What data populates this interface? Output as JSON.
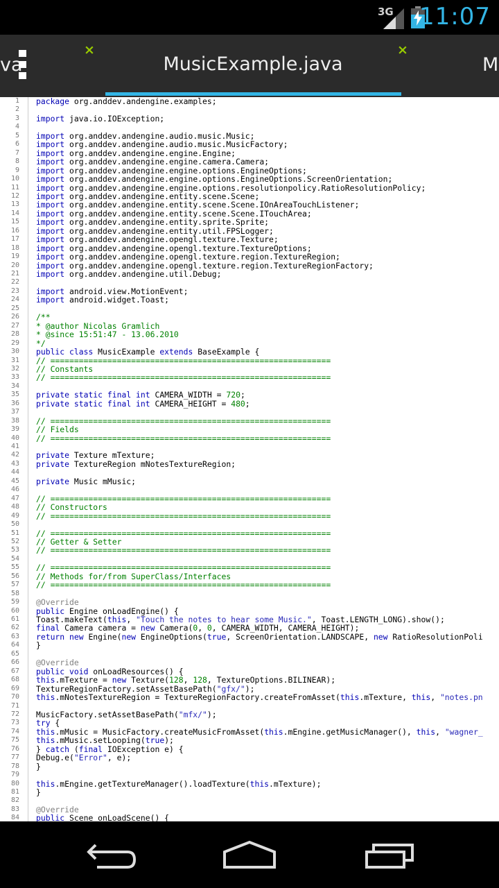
{
  "status": {
    "network": "3G",
    "time": "11:07"
  },
  "tabs": {
    "left_partial": "va",
    "title": "MusicExample.java",
    "right_partial": "M",
    "close_glyph": "×"
  },
  "code_lines": [
    {
      "n": "1",
      "t": "package org.anddev.andengine.examples;"
    },
    {
      "n": "2",
      "t": ""
    },
    {
      "n": "3",
      "t": "import java.io.IOException;"
    },
    {
      "n": "4",
      "t": ""
    },
    {
      "n": "5",
      "t": "import org.anddev.andengine.audio.music.Music;"
    },
    {
      "n": "6",
      "t": "import org.anddev.andengine.audio.music.MusicFactory;"
    },
    {
      "n": "7",
      "t": "import org.anddev.andengine.engine.Engine;"
    },
    {
      "n": "8",
      "t": "import org.anddev.andengine.engine.camera.Camera;"
    },
    {
      "n": "9",
      "t": "import org.anddev.andengine.engine.options.EngineOptions;"
    },
    {
      "n": "10",
      "t": "import org.anddev.andengine.engine.options.EngineOptions.ScreenOrientation;"
    },
    {
      "n": "11",
      "t": "import org.anddev.andengine.engine.options.resolutionpolicy.RatioResolutionPolicy;"
    },
    {
      "n": "12",
      "t": "import org.anddev.andengine.entity.scene.Scene;"
    },
    {
      "n": "13",
      "t": "import org.anddev.andengine.entity.scene.Scene.IOnAreaTouchListener;"
    },
    {
      "n": "14",
      "t": "import org.anddev.andengine.entity.scene.Scene.ITouchArea;"
    },
    {
      "n": "15",
      "t": "import org.anddev.andengine.entity.sprite.Sprite;"
    },
    {
      "n": "16",
      "t": "import org.anddev.andengine.entity.util.FPSLogger;"
    },
    {
      "n": "17",
      "t": "import org.anddev.andengine.opengl.texture.Texture;"
    },
    {
      "n": "18",
      "t": "import org.anddev.andengine.opengl.texture.TextureOptions;"
    },
    {
      "n": "19",
      "t": "import org.anddev.andengine.opengl.texture.region.TextureRegion;"
    },
    {
      "n": "20",
      "t": "import org.anddev.andengine.opengl.texture.region.TextureRegionFactory;"
    },
    {
      "n": "21",
      "t": "import org.anddev.andengine.util.Debug;"
    },
    {
      "n": "22",
      "t": ""
    },
    {
      "n": "23",
      "t": "import android.view.MotionEvent;"
    },
    {
      "n": "24",
      "t": "import android.widget.Toast;"
    },
    {
      "n": "25",
      "t": ""
    },
    {
      "n": "26",
      "t": "/**"
    },
    {
      "n": "27",
      "t": "* @author Nicolas Gramlich"
    },
    {
      "n": "28",
      "t": "* @since 15:51:47 - 13.06.2010"
    },
    {
      "n": "29",
      "t": "*/"
    },
    {
      "n": "30",
      "t": "public class MusicExample extends BaseExample {"
    },
    {
      "n": "31",
      "t": "// ==========================================================="
    },
    {
      "n": "32",
      "t": "// Constants"
    },
    {
      "n": "33",
      "t": "// ==========================================================="
    },
    {
      "n": "34",
      "t": ""
    },
    {
      "n": "35",
      "t": "private static final int CAMERA_WIDTH = 720;"
    },
    {
      "n": "36",
      "t": "private static final int CAMERA_HEIGHT = 480;"
    },
    {
      "n": "37",
      "t": ""
    },
    {
      "n": "38",
      "t": "// ==========================================================="
    },
    {
      "n": "39",
      "t": "// Fields"
    },
    {
      "n": "40",
      "t": "// ==========================================================="
    },
    {
      "n": "41",
      "t": ""
    },
    {
      "n": "42",
      "t": "private Texture mTexture;"
    },
    {
      "n": "43",
      "t": "private TextureRegion mNotesTextureRegion;"
    },
    {
      "n": "44",
      "t": ""
    },
    {
      "n": "45",
      "t": "private Music mMusic;"
    },
    {
      "n": "46",
      "t": ""
    },
    {
      "n": "47",
      "t": "// ==========================================================="
    },
    {
      "n": "48",
      "t": "// Constructors"
    },
    {
      "n": "49",
      "t": "// ==========================================================="
    },
    {
      "n": "50",
      "t": ""
    },
    {
      "n": "51",
      "t": "// ==========================================================="
    },
    {
      "n": "52",
      "t": "// Getter & Setter"
    },
    {
      "n": "53",
      "t": "// ==========================================================="
    },
    {
      "n": "54",
      "t": ""
    },
    {
      "n": "55",
      "t": "// ==========================================================="
    },
    {
      "n": "56",
      "t": "// Methods for/from SuperClass/Interfaces"
    },
    {
      "n": "57",
      "t": "// ==========================================================="
    },
    {
      "n": "58",
      "t": ""
    },
    {
      "n": "59",
      "t": "@Override"
    },
    {
      "n": "60",
      "t": "public Engine onLoadEngine() {"
    },
    {
      "n": "61",
      "t": "Toast.makeText(this, \"Touch the notes to hear some Music.\", Toast.LENGTH_LONG).show();"
    },
    {
      "n": "62",
      "t": "final Camera camera = new Camera(0, 0, CAMERA_WIDTH, CAMERA_HEIGHT);"
    },
    {
      "n": "63",
      "t": "return new Engine(new EngineOptions(true, ScreenOrientation.LANDSCAPE, new RatioResolutionPoli"
    },
    {
      "n": "64",
      "t": "}"
    },
    {
      "n": "65",
      "t": ""
    },
    {
      "n": "66",
      "t": "@Override"
    },
    {
      "n": "67",
      "t": "public void onLoadResources() {"
    },
    {
      "n": "68",
      "t": "this.mTexture = new Texture(128, 128, TextureOptions.BILINEAR);"
    },
    {
      "n": "69",
      "t": "TextureRegionFactory.setAssetBasePath(\"gfx/\");"
    },
    {
      "n": "70",
      "t": "this.mNotesTextureRegion = TextureRegionFactory.createFromAsset(this.mTexture, this, \"notes.pn"
    },
    {
      "n": "71",
      "t": ""
    },
    {
      "n": "72",
      "t": "MusicFactory.setAssetBasePath(\"mfx/\");"
    },
    {
      "n": "73",
      "t": "try {"
    },
    {
      "n": "74",
      "t": "this.mMusic = MusicFactory.createMusicFromAsset(this.mEngine.getMusicManager(), this, \"wagner_"
    },
    {
      "n": "75",
      "t": "this.mMusic.setLooping(true);"
    },
    {
      "n": "76",
      "t": "} catch (final IOException e) {"
    },
    {
      "n": "77",
      "t": "Debug.e(\"Error\", e);"
    },
    {
      "n": "78",
      "t": "}"
    },
    {
      "n": "79",
      "t": ""
    },
    {
      "n": "80",
      "t": "this.mEngine.getTextureManager().loadTexture(this.mTexture);"
    },
    {
      "n": "81",
      "t": "}"
    },
    {
      "n": "82",
      "t": ""
    },
    {
      "n": "83",
      "t": "@Override"
    },
    {
      "n": "84",
      "t": "public Scene onLoadScene() {"
    }
  ],
  "colors": {
    "accent": "#33b5e5",
    "close": "#99cc00",
    "keyword": "#0000b4",
    "comment": "#008000",
    "string": "#2a2ab8"
  },
  "icons": {
    "menu": "overflow-menu-icon",
    "back": "back-icon",
    "home": "home-icon",
    "recents": "recent-apps-icon"
  }
}
